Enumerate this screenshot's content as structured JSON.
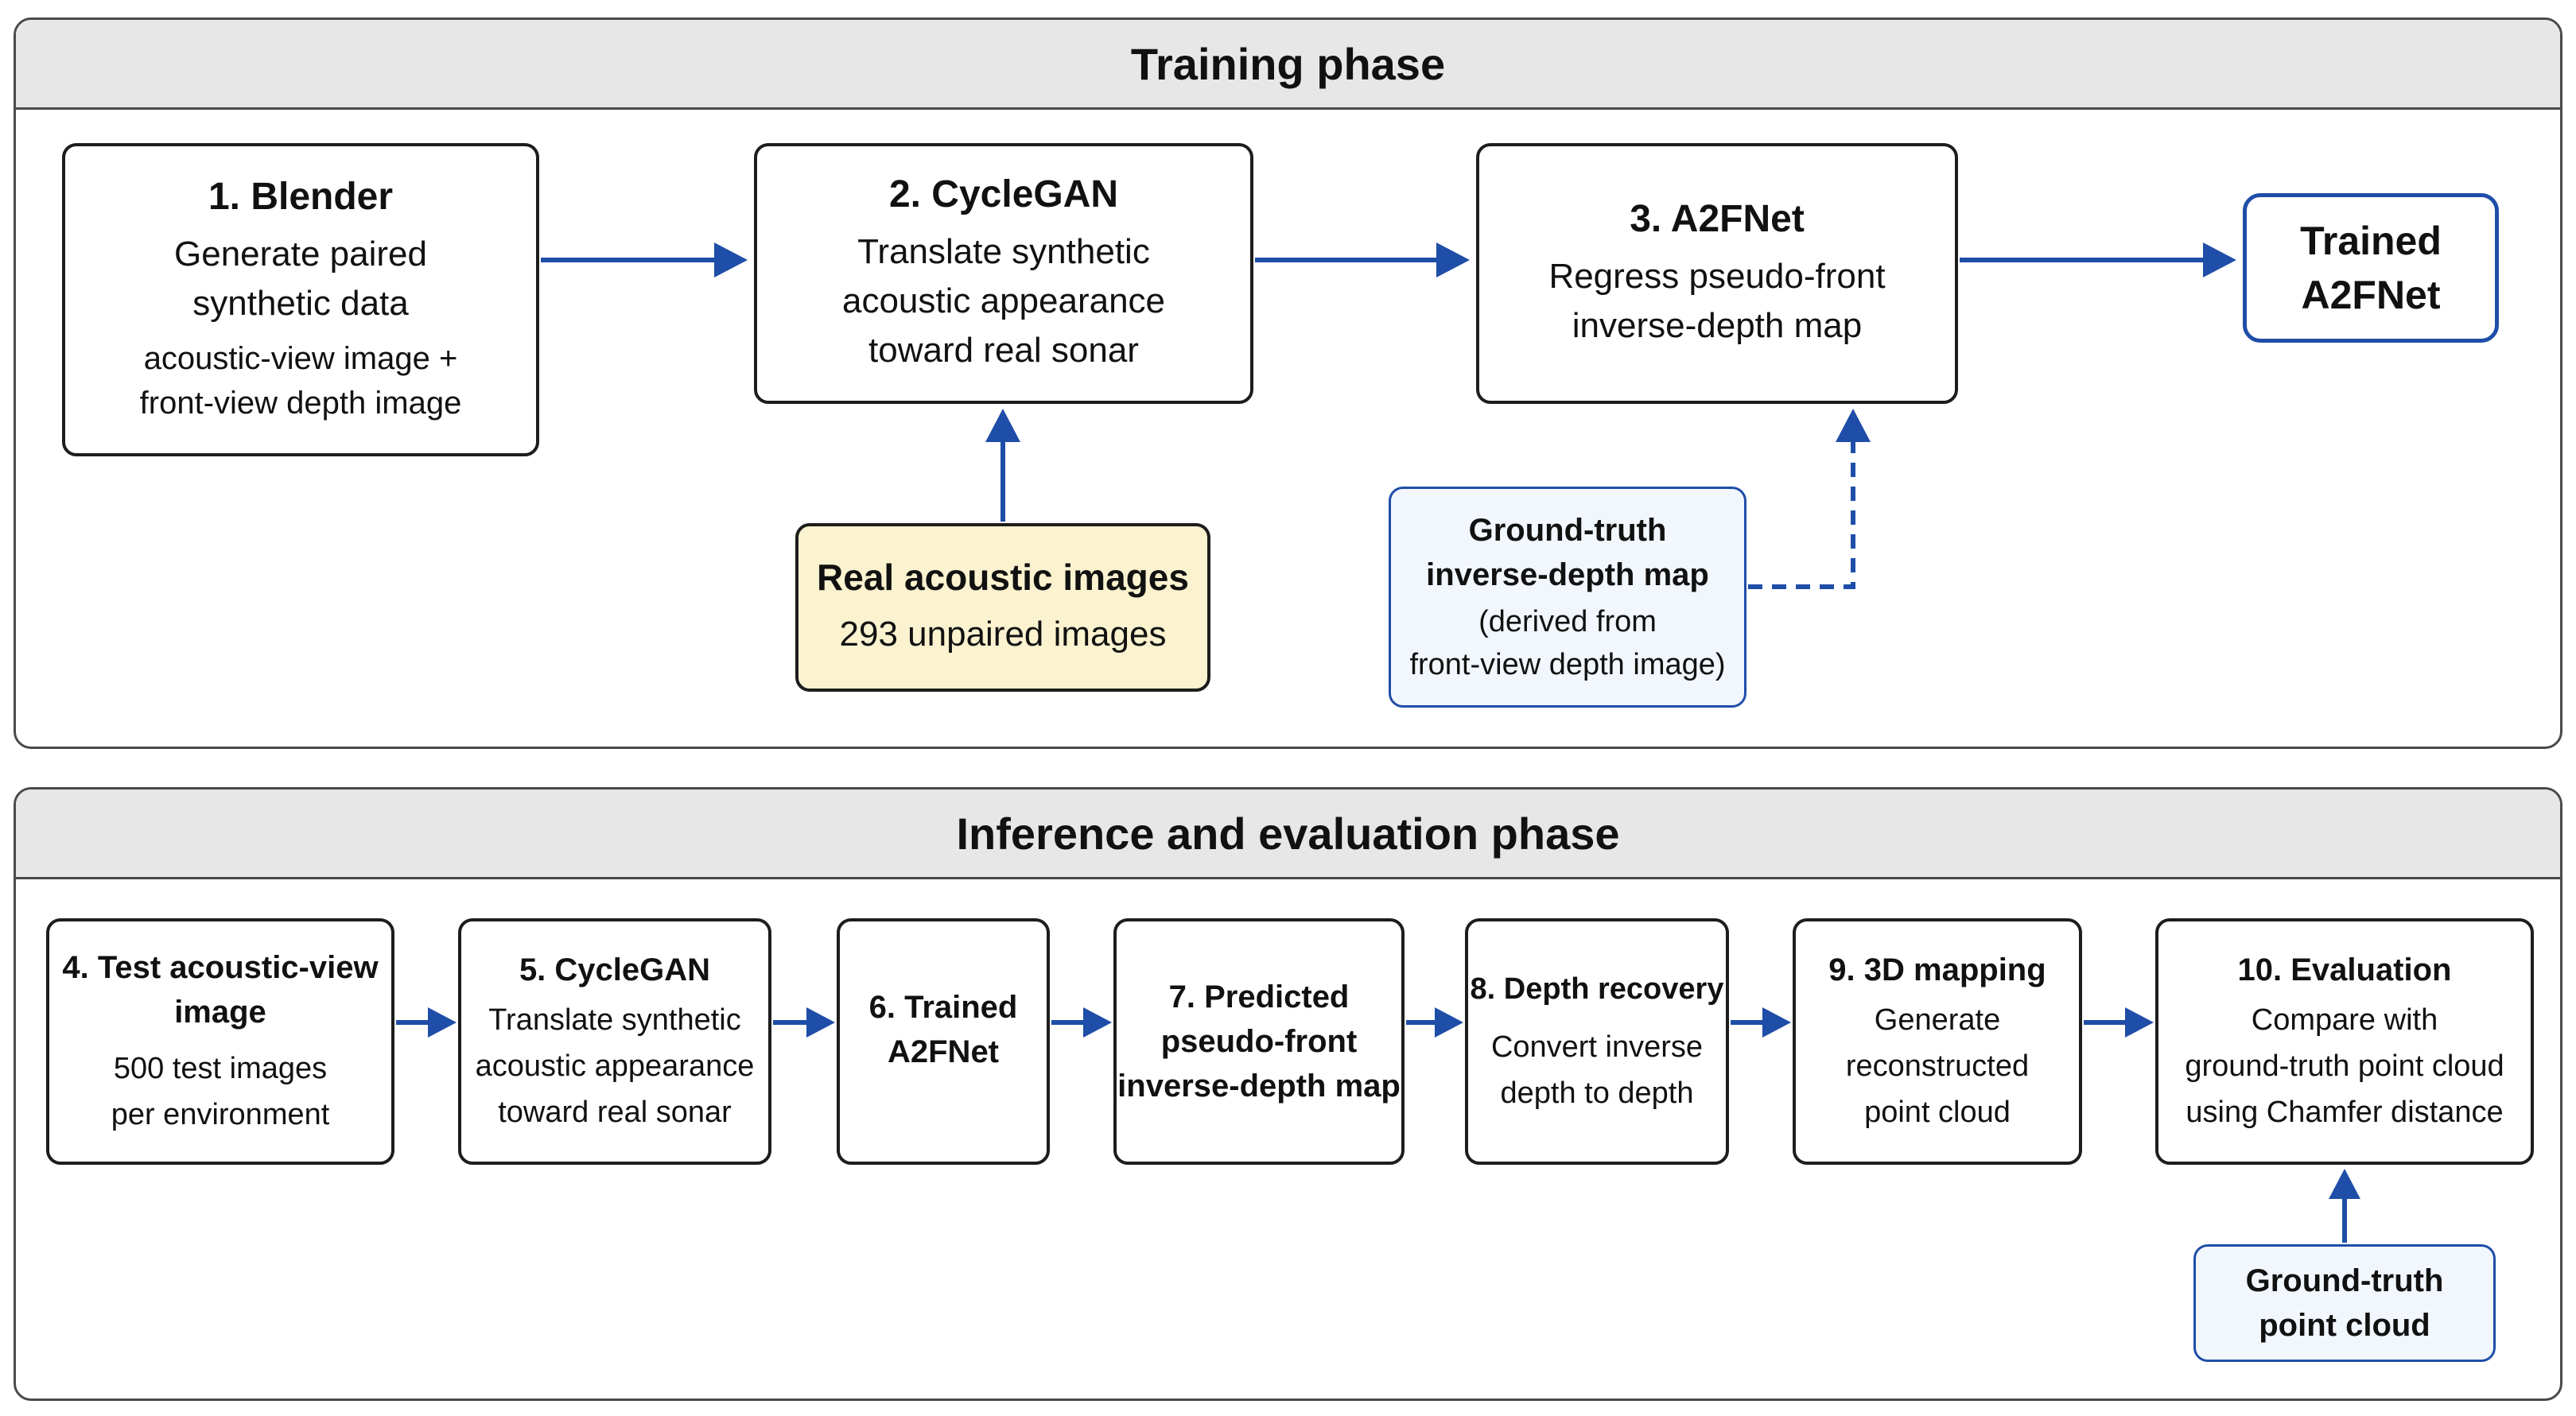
{
  "training": {
    "title": "Training phase",
    "blender": {
      "title": "1. Blender",
      "line1": "Generate paired",
      "line2": "synthetic data",
      "line3": "acoustic-view image +",
      "line4": "front-view depth image"
    },
    "cyclegan": {
      "title": "2. CycleGAN",
      "line1": "Translate synthetic",
      "line2": "acoustic appearance",
      "line3": "toward real sonar"
    },
    "a2fnet": {
      "title": "3. A2FNet",
      "line1": "Regress pseudo-front",
      "line2": "inverse-depth map"
    },
    "trained": {
      "line1": "Trained",
      "line2": "A2FNet"
    },
    "real": {
      "title": "Real acoustic images",
      "subtitle": "293 unpaired images"
    },
    "gt_depth": {
      "line1": "Ground-truth",
      "line2": "inverse-depth map",
      "line3": "(derived from",
      "line4": "front-view depth image)"
    }
  },
  "inference": {
    "title": "Inference and evaluation phase",
    "step4": {
      "line1": "4. Test acoustic-view",
      "line2": "image",
      "sub1": "500 test images",
      "sub2": "per environment"
    },
    "step5": {
      "title": "5. CycleGAN",
      "sub1": "Translate synthetic",
      "sub2": "acoustic appearance",
      "sub3": "toward real sonar"
    },
    "step6": {
      "line1": "6. Trained",
      "line2": "A2FNet"
    },
    "step7": {
      "line1": "7. Predicted",
      "line2": "pseudo-front",
      "line3": "inverse-depth map"
    },
    "step8": {
      "title": "8. Depth recovery",
      "sub1": "Convert inverse",
      "sub2": "depth to depth"
    },
    "step9": {
      "title": "9. 3D mapping",
      "sub1": "Generate",
      "sub2": "reconstructed",
      "sub3": "point cloud"
    },
    "step10": {
      "title": "10. Evaluation",
      "sub1": "Compare with",
      "sub2": "ground-truth point cloud",
      "sub3": "using Chamfer distance"
    },
    "gt_cloud": {
      "line1": "Ground-truth",
      "line2": "point cloud"
    }
  },
  "colors": {
    "arrow": "#1f4ea8",
    "highlight_fill": "#fbf2cf",
    "border": "#1d1d1d",
    "header_fill": "#e7e7e7"
  }
}
